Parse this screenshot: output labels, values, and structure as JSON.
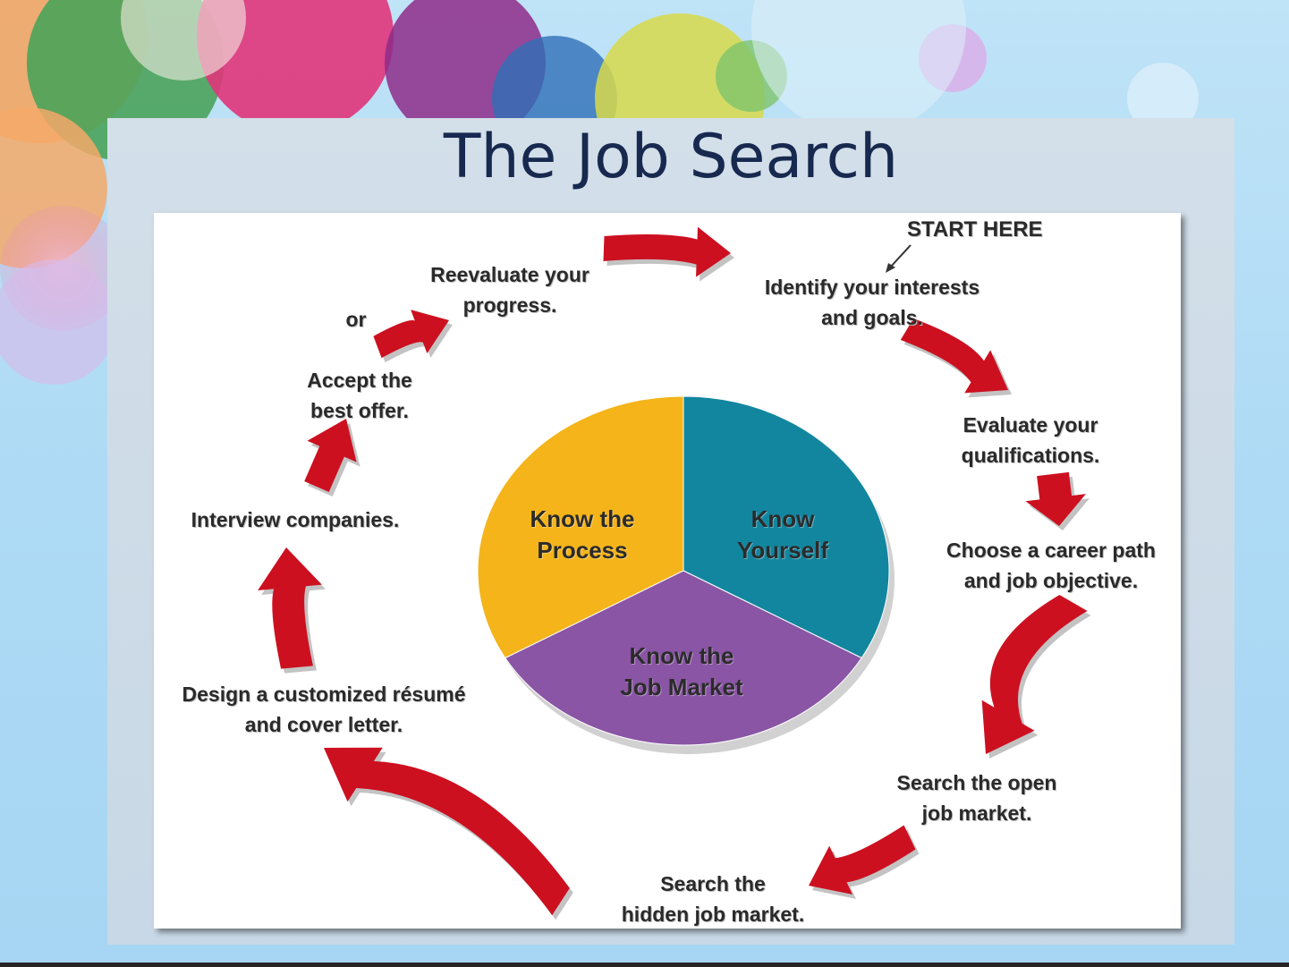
{
  "title": "The Job Search",
  "start_label": "START HERE",
  "center_segments": {
    "process": "Know the\nProcess",
    "yourself": "Know\nYourself",
    "market": "Know the\nJob Market"
  },
  "steps": {
    "identify": "Identify your interests\nand goals.",
    "evaluate": "Evaluate your\nqualifications.",
    "choose": "Choose a career path\nand job objective.",
    "open_market": "Search the open\njob market.",
    "hidden_market": "Search the\nhidden job market.",
    "design": "Design a customized résumé\nand cover letter.",
    "interview": "Interview companies.",
    "accept": "Accept the\nbest offer.",
    "or": "or",
    "reevaluate": "Reevaluate your\nprogress."
  },
  "colors": {
    "process": "#f4b41a",
    "yourself": "#13869f",
    "market": "#8a55a5",
    "arrow": "#cc1020",
    "title": "#17294f"
  }
}
